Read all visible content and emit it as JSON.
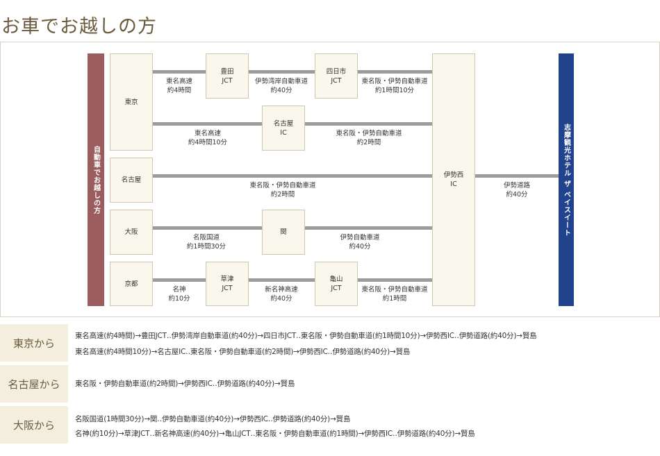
{
  "title": "お車でお越しの方",
  "diagram": {
    "left_bar": "自動車でお越しの方",
    "right_bar": "志摩観光ホテル ザ ベイスイート",
    "origins": {
      "tokyo": "東京",
      "nagoya": "名古屋",
      "osaka": "大阪",
      "kyoto": "京都"
    },
    "junctions": {
      "toyota_jct": [
        "豊田",
        "JCT"
      ],
      "yokkaichi_jct": [
        "四日市",
        "JCT"
      ],
      "nagoya_ic": [
        "名古屋",
        "IC"
      ],
      "seki": [
        "関"
      ],
      "kusatsu_jct": [
        "草津",
        "JCT"
      ],
      "kameyama_jct": [
        "亀山",
        "JCT"
      ],
      "ise_nishi_ic": [
        "伊勢西",
        "IC"
      ]
    },
    "segments": {
      "t1a": [
        "東名高速",
        "約4時間"
      ],
      "t1b": [
        "伊勢湾岸自動車道",
        "約40分"
      ],
      "t1c": [
        "東名阪・伊勢自動車道",
        "約1時間10分"
      ],
      "t2a": [
        "東名高速",
        "約4時間10分"
      ],
      "t2b": [
        "東名阪・伊勢自動車道",
        "約2時間"
      ],
      "n1": [
        "東名阪・伊勢自動車道",
        "約2時間"
      ],
      "o1a": [
        "名阪国道",
        "約1時間30分"
      ],
      "o1b": [
        "伊勢自動車道",
        "約40分"
      ],
      "k1a": [
        "名神",
        "約10分"
      ],
      "k1b": [
        "新名神高速",
        "約40分"
      ],
      "k1c": [
        "東名阪・伊勢自動車道",
        "約1時間"
      ],
      "final": [
        "伊勢道路",
        "約40分"
      ]
    }
  },
  "routes": [
    {
      "label": "東京から",
      "lines": [
        "東名高速(約4時間)→豊田JCT‥伊勢湾岸自動車道(約40分)→四日市JCT‥東名阪・伊勢自動車道(約1時間10分)→伊勢西IC‥伊勢道路(約40分)→賢島",
        "東名高速(約4時間10分)→名古屋IC‥東名阪・伊勢自動車道(約2時間)→伊勢西IC‥伊勢道路(約40分)→賢島"
      ]
    },
    {
      "label": "名古屋から",
      "lines": [
        "東名阪・伊勢自動車道(約2時間)→伊勢西IC‥伊勢道路(約40分)→賢島"
      ]
    },
    {
      "label": "大阪から",
      "lines": [
        "名阪国道(1時間30分)→関‥伊勢自動車道(約40分)→伊勢西IC‥伊勢道路(約40分)→賢島",
        "名神(約10分)→草津JCT‥新名神高速(約40分)→亀山JCT‥東名阪・伊勢自動車道(約1時間)→伊勢西IC‥伊勢道路(約40分)→賢島"
      ]
    }
  ]
}
